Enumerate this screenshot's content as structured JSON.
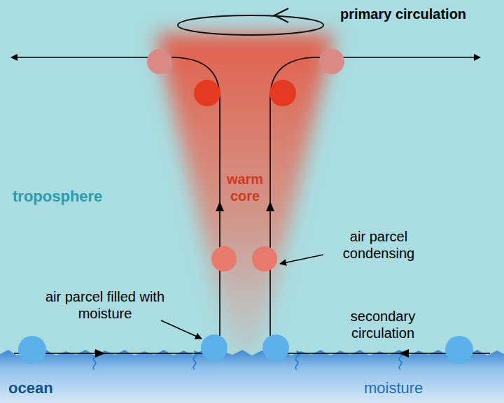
{
  "diagram": {
    "labels": [
      "primary circulation",
      "troposphere",
      "warm core",
      "air parcel condensing",
      "air parcel filled with moisture",
      "secondary circulation",
      "ocean",
      "moisture"
    ]
  }
}
